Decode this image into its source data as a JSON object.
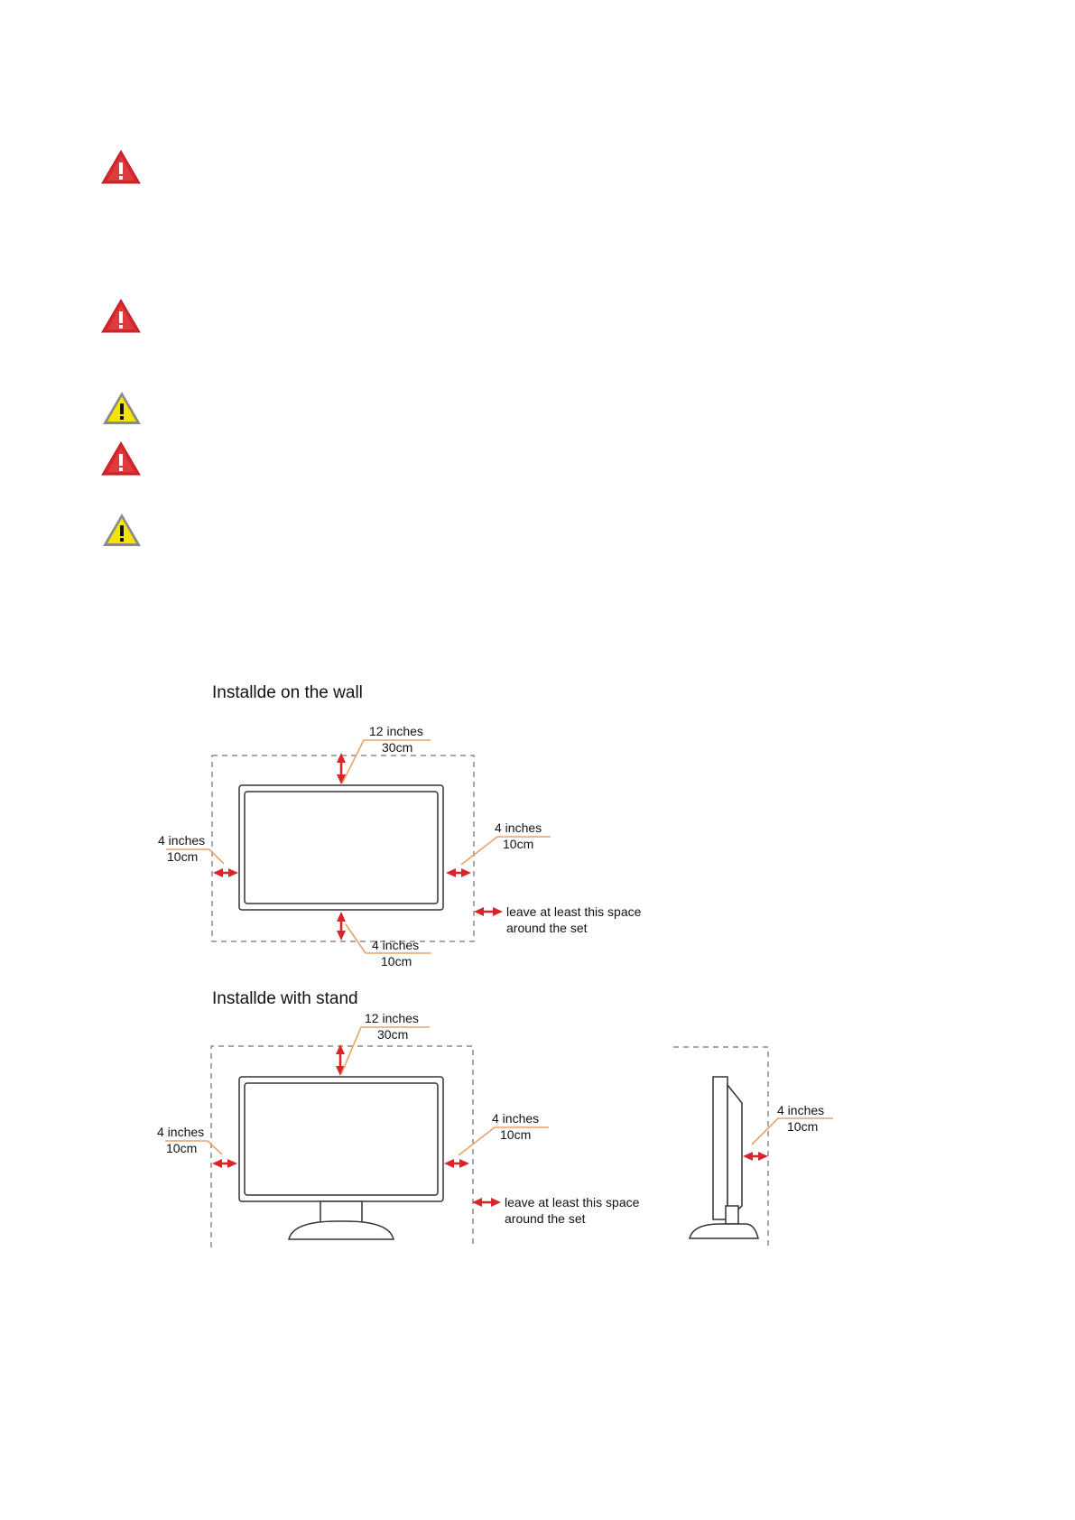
{
  "icons": {
    "red_warning": "red-warning-triangle-icon",
    "yellow_caution": "yellow-caution-triangle-icon",
    "colors": {
      "red": "#d7262b",
      "yellow": "#f4e400",
      "leader": "#e8a266"
    }
  },
  "wall": {
    "title": "Installde on the wall",
    "top": {
      "inches": "12 inches",
      "cm": "30cm"
    },
    "left": {
      "inches": "4 inches",
      "cm": "10cm"
    },
    "right": {
      "inches": "4 inches",
      "cm": "10cm"
    },
    "bottom": {
      "inches": "4 inches",
      "cm": "10cm"
    },
    "legend": {
      "line1": "leave at least this space",
      "line2": "around the set"
    }
  },
  "stand": {
    "title": "Installde with stand",
    "top": {
      "inches": "12 inches",
      "cm": "30cm"
    },
    "left": {
      "inches": "4 inches",
      "cm": "10cm"
    },
    "right": {
      "inches": "4 inches",
      "cm": "10cm"
    },
    "legend": {
      "line1": "leave at least this space",
      "line2": "around the set"
    },
    "side": {
      "inches": "4 inches",
      "cm": "10cm"
    }
  }
}
